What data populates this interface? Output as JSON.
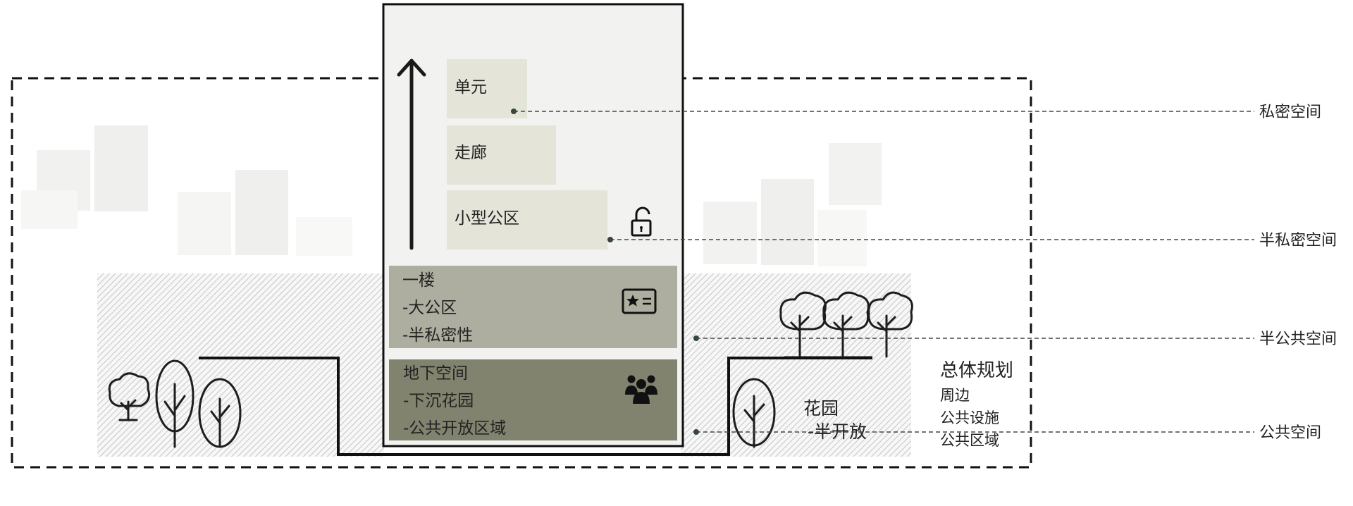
{
  "tower": {
    "upper_boxes": [
      {
        "label": "单元"
      },
      {
        "label": "走廊"
      },
      {
        "label": "小型公区"
      }
    ],
    "ground_floor": {
      "lines": [
        "一楼",
        "-大公区",
        "-半私密性"
      ],
      "icon": "id-card-star-icon"
    },
    "basement": {
      "lines": [
        "地下空间",
        "-下沉花园",
        "-公共开放区域"
      ],
      "icon": "people-group-icon"
    },
    "lock_icon": "unlock-icon",
    "arrow_icon": "up-arrow-icon"
  },
  "space_labels": [
    "私密空间",
    "半私密空间",
    "半公共空间",
    "公共空间"
  ],
  "master_plan": {
    "title": "总体规划",
    "items": [
      "周边",
      "公共设施",
      "公共区域"
    ]
  },
  "garden": {
    "title": "花园",
    "subtitle": "-半开放"
  },
  "colors": {
    "upper_box": "#e4e4d9",
    "ground_floor": "#adaea0",
    "basement": "#82836f",
    "tower_bg": "#f2f2f0",
    "leader": "#3e4a44"
  }
}
